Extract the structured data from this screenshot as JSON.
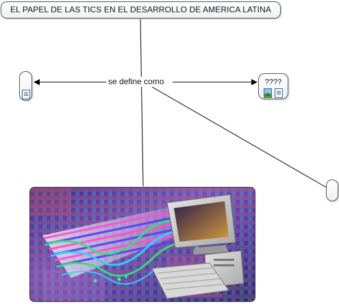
{
  "diagram": {
    "title": "EL PAPEL DE LAS TICS EN EL DESARROLLO DE AMERICA LATINA",
    "link_label": "se define como",
    "concepts": {
      "left": {
        "label": "",
        "resources": [
          "document-icon"
        ]
      },
      "question": {
        "label": "????",
        "resources": [
          "image-icon",
          "document-icon"
        ]
      },
      "right": {
        "label": ""
      }
    },
    "image": {
      "subject": "computer-network-illustration"
    },
    "colors": {
      "node_border": "#5a5a5a",
      "line": "#000000",
      "node_fill": "#f4f6f8"
    }
  }
}
